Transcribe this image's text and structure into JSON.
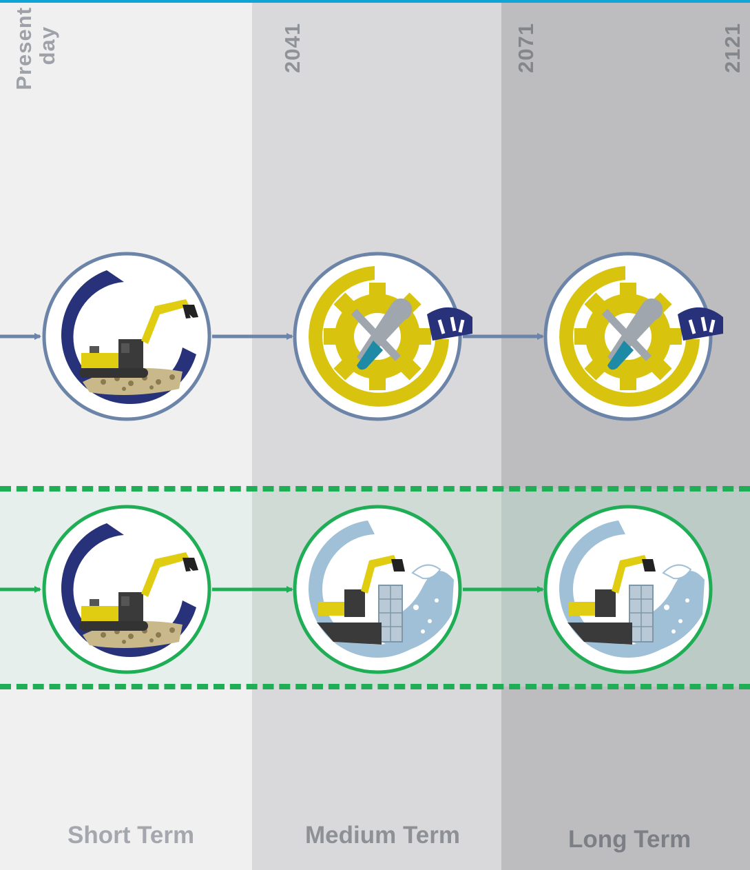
{
  "timeline": {
    "start_label_line1": "Present",
    "start_label_line2": "day",
    "markers": [
      "2041",
      "2071",
      "2121"
    ]
  },
  "terms": {
    "short": "Short Term",
    "medium": "Medium Term",
    "long": "Long Term"
  },
  "pathways": [
    {
      "name": "",
      "nodes": [
        "excavator-icon",
        "maintenance-icon",
        "maintenance-icon"
      ]
    },
    {
      "name": "",
      "nodes": [
        "excavator-icon",
        "excavator-seawall-icon",
        "excavator-seawall-icon"
      ]
    }
  ],
  "colors": {
    "accent_top": "#0ea5d6",
    "pathway_blue": "#6b84a8",
    "pathway_green": "#1fae55",
    "navy": "#27327a",
    "yellow": "#d8c40f",
    "wave_blue": "#9fc0d6"
  }
}
